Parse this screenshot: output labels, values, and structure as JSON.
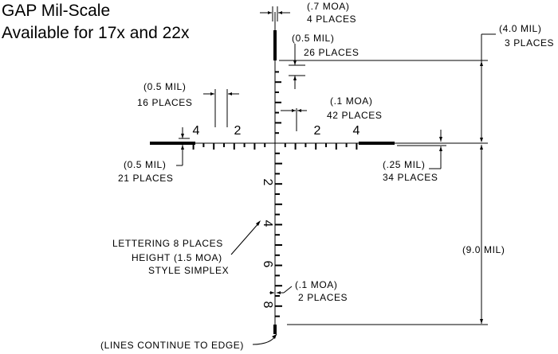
{
  "title": {
    "line1": "GAP Mil-Scale",
    "line2": "Available for 17x and 22x"
  },
  "scale_numbers": {
    "left": [
      "4",
      "2"
    ],
    "right": [
      "2",
      "4"
    ],
    "down": [
      "2",
      "4",
      "6",
      "8"
    ]
  },
  "annotations": {
    "top_post": {
      "value": "(.7 MOA)",
      "count": "4 PLACES"
    },
    "post_length": {
      "value": "(0.5 MIL)",
      "count": "26 PLACES"
    },
    "left_spacing": {
      "value": "(0.5 MIL)",
      "count": "16 PLACES"
    },
    "tick_width": {
      "value": "(.1 MOA)",
      "count": "42 PLACES"
    },
    "outer_post": {
      "value": "(4.0 MIL)",
      "count": "3 PLACES"
    },
    "left_bar": {
      "value": "(0.5 MIL)",
      "count": "21 PLACES"
    },
    "right_bar": {
      "value": "(.25 MIL)",
      "count": "34 PLACES"
    },
    "lettering": {
      "line1": "LETTERING 8 PLACES",
      "line2": "HEIGHT",
      "line3": "(1.5 MOA)",
      "line4": "STYLE SIMPLEX"
    },
    "bottom_tick": {
      "value": "(.1 MOA)",
      "count": "2 PLACES"
    },
    "vertical_span": {
      "value": "(9.0 MIL)"
    },
    "edge_note": {
      "value": "(LINES CONTINUE TO EDGE)"
    }
  }
}
